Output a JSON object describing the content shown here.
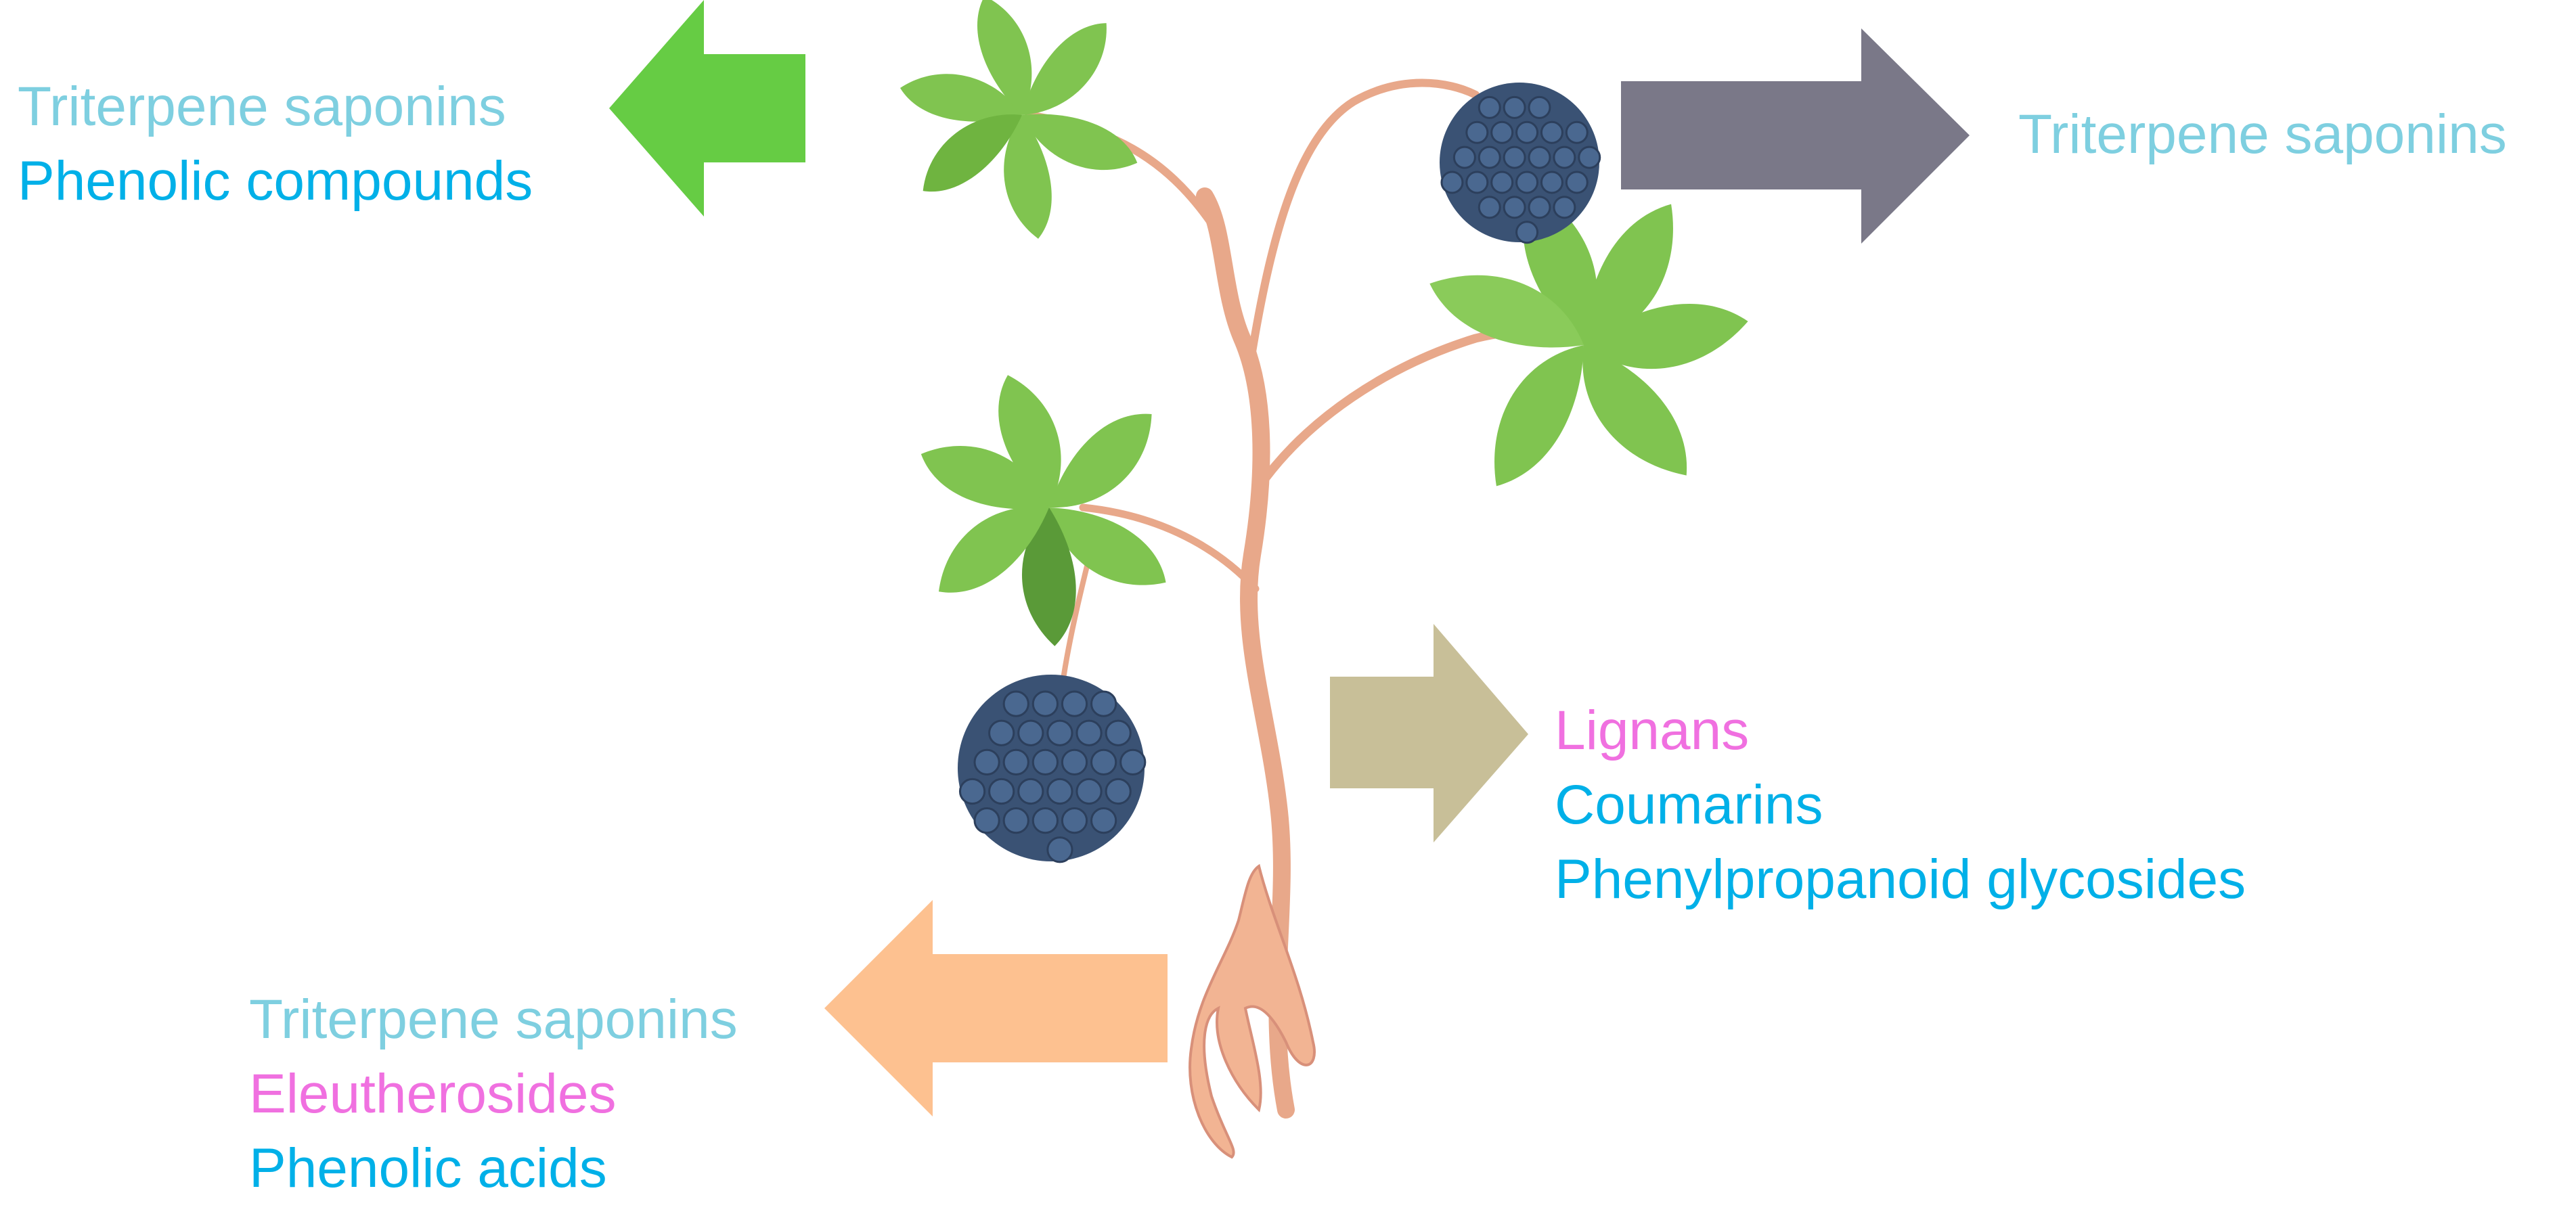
{
  "colors": {
    "saponin": "#7ecfe0",
    "phenolic": "#00b0e8",
    "pink": "#f070e0",
    "leaf_arrow": "#66cc44",
    "fruit_arrow": "#7a7888",
    "stem_arrow": "#c8bf98",
    "root_arrow": "#fdc190",
    "leaf": "#80c450",
    "leaf_dark": "#5a9a38",
    "stem": "#e8a88a",
    "berry": "#3a5274"
  },
  "icons": {
    "leaf_arrow": "left-arrow-icon",
    "fruit_arrow": "right-arrow-icon",
    "stem_arrow": "right-arrow-icon",
    "root_arrow": "left-arrow-icon"
  },
  "leaves": {
    "line1": "Triterpene saponins",
    "line2": "Phenolic compounds"
  },
  "fruit": {
    "line1": "Triterpene saponins"
  },
  "stem": {
    "line1": "Lignans",
    "line2": "Coumarins",
    "line3": "Phenylpropanoid glycosides"
  },
  "root": {
    "line1": "Triterpene saponins",
    "line2": "Eleutherosides",
    "line3": "Phenolic acids"
  }
}
